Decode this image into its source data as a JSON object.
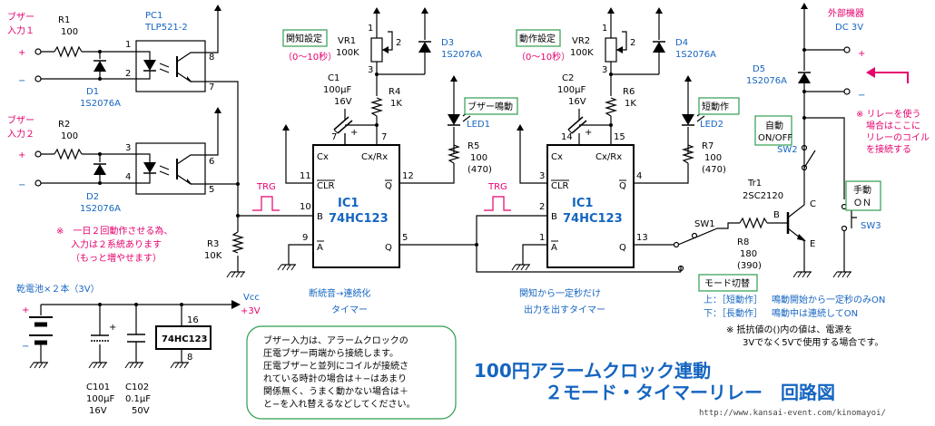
{
  "title": {
    "line1": "100円アラームクロック連動",
    "line2": "２モード・タイマーリレー　回路図"
  },
  "url": "http://www.kansai-event.com/kinomayoi/",
  "inputs": {
    "in1_label": [
      "ブザー",
      "入力１"
    ],
    "in2_label": [
      "ブザー",
      "入力２"
    ],
    "plus": "+",
    "minus": "−",
    "r1": {
      "name": "R1",
      "value": "100"
    },
    "r2": {
      "name": "R2",
      "value": "100"
    },
    "d1": {
      "name": "D1",
      "part": "1S2076A"
    },
    "d2": {
      "name": "D2",
      "part": "1S2076A"
    },
    "r3": {
      "name": "R3",
      "value": "10K"
    },
    "pc1": {
      "name": "PC1",
      "part": "TLP521-2"
    },
    "note": [
      "※　一日２回動作させる為、",
      "入力は２系統あります",
      "（もっと増やせます）"
    ]
  },
  "pins": {
    "pc_top": [
      "1",
      "2",
      "8",
      "7"
    ],
    "pc_bottom": [
      "3",
      "4",
      "6",
      "5"
    ],
    "ic1a": {
      "p11": "11",
      "p10": "10",
      "p9": "9",
      "p7": "7",
      "p12": "12",
      "p5": "5"
    },
    "ic1b": {
      "p14": "14",
      "p15": "15",
      "p3": "3",
      "p2": "2",
      "p1": "1",
      "p4": "4",
      "p13": "13"
    },
    "supply": {
      "p16": "16",
      "p8": "8"
    },
    "tr": {
      "b": "B",
      "c": "C",
      "e": "E"
    }
  },
  "timer1": {
    "ic_name": "IC1",
    "ic_part": "74HC123",
    "pins_left": [
      "Cx",
      "CLR",
      "B",
      "A"
    ],
    "pins_right": [
      "Cx/Rx",
      "Q",
      "Q"
    ],
    "vr1": {
      "name": "VR1",
      "value": "100K"
    },
    "vr1_pins": [
      "1",
      "2",
      "3"
    ],
    "c1": {
      "name": "C1",
      "value": "100μF",
      "volt": "16V"
    },
    "r4": {
      "name": "R4",
      "value": "1K"
    },
    "d3": {
      "name": "D3",
      "part": "1S2076A"
    },
    "setting_label": "関知設定",
    "setting_range": "（0〜10秒）",
    "buzzer_label": "ブザー鳴動",
    "led": "LED1",
    "r5": {
      "name": "R5",
      "value": "100",
      "alt": "(470)"
    },
    "trg": "TRG",
    "caption": [
      "断続音→連続化",
      "タイマー"
    ]
  },
  "timer2": {
    "ic_name": "IC1",
    "ic_part": "74HC123",
    "pins_left": [
      "Cx",
      "CLR",
      "B",
      "A"
    ],
    "pins_right": [
      "Cx/Rx",
      "Q",
      "Q"
    ],
    "vr2": {
      "name": "VR2",
      "value": "100K"
    },
    "vr2_pins": [
      "1",
      "2",
      "3"
    ],
    "c2": {
      "name": "C2",
      "value": "100μF",
      "volt": "16V"
    },
    "r6": {
      "name": "R6",
      "value": "1K"
    },
    "d4": {
      "name": "D4",
      "part": "1S2076A"
    },
    "setting_label": "動作設定",
    "setting_range": "（0〜10秒）",
    "short_label": "短動作",
    "led": "LED2",
    "r7": {
      "name": "R7",
      "value": "100",
      "alt": "(470)"
    },
    "trg": "TRG",
    "caption": [
      "関知から一定秒だけ",
      "出力を出すタイマー"
    ]
  },
  "output": {
    "sw1": "SW1",
    "r8": {
      "name": "R8",
      "value": "180",
      "alt": "(390)"
    },
    "tr1": {
      "name": "Tr1",
      "part": "2SC2120"
    },
    "d5": {
      "name": "D5",
      "part": "1S2076A"
    },
    "ext_label": "外部機器",
    "ext_volt": "DC 3V",
    "plus": "+",
    "minus": "−",
    "relay_note": [
      "※ リレーを使う",
      "場合はここに",
      "リレーのコイル",
      "を接続する"
    ],
    "auto_label": [
      "自動",
      "ON/OFF"
    ],
    "sw2": "SW2",
    "manual_label": [
      "手動",
      "ＯＮ"
    ],
    "sw3": "SW3",
    "mode_label": "モード切替",
    "mode_up": [
      "上：［短動作］",
      "鳴動開始から一定秒のみON"
    ],
    "mode_down": [
      "下：［長動作］",
      "鳴動中は連続してON"
    ],
    "resistor_note": [
      "※ 抵抗値の()内の値は、電源を",
      "3Vでなく5Vで使用する場合です。"
    ]
  },
  "power": {
    "battery": "乾電池×２本（3V）",
    "vcc": [
      "Vcc",
      "+3V"
    ],
    "plus": "+",
    "minus": "−",
    "c101": {
      "name": "C101",
      "value": "100μF",
      "volt": "16V"
    },
    "c102": {
      "name": "C102",
      "value": "0.1μF",
      "volt": "50V"
    },
    "ic_label": "74HC123"
  },
  "buzzer_note": [
    "ブザー入力は、アラームクロックの",
    "圧電ブザー両端から接続します。",
    "圧電ブザーと並列にコイルが接続さ",
    "れている時計の場合は＋−はあまり",
    "関係無く、うまく動かない場合は＋",
    "と−を入れ替えるなどしてください。"
  ]
}
